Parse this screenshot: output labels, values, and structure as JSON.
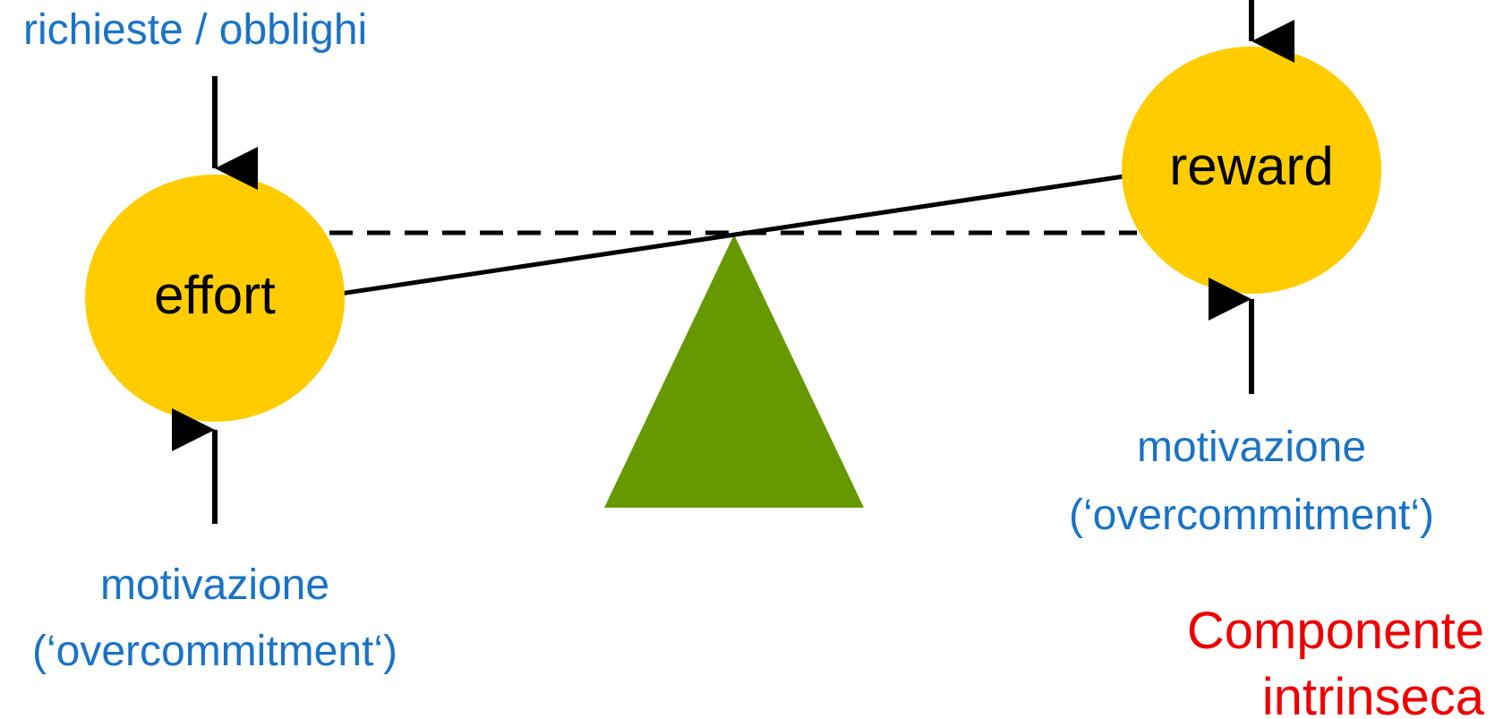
{
  "diagram": {
    "top_left_label": "richieste / obblighi",
    "effort_label": "effort",
    "reward_label": "reward",
    "motivation_left_line1": "motivazione",
    "motivation_left_line2": "(‘overcommitment‘)",
    "motivation_right_line1": "motivazione",
    "motivation_right_line2": "(‘overcommitment‘)",
    "component_line1": "Componente",
    "component_line2": "intrinseca"
  },
  "colors": {
    "circle": "#ffcc00",
    "fulcrum": "#669900",
    "label_blue": "#1a73c6",
    "label_red": "#ee0000",
    "lines": "#000000"
  }
}
